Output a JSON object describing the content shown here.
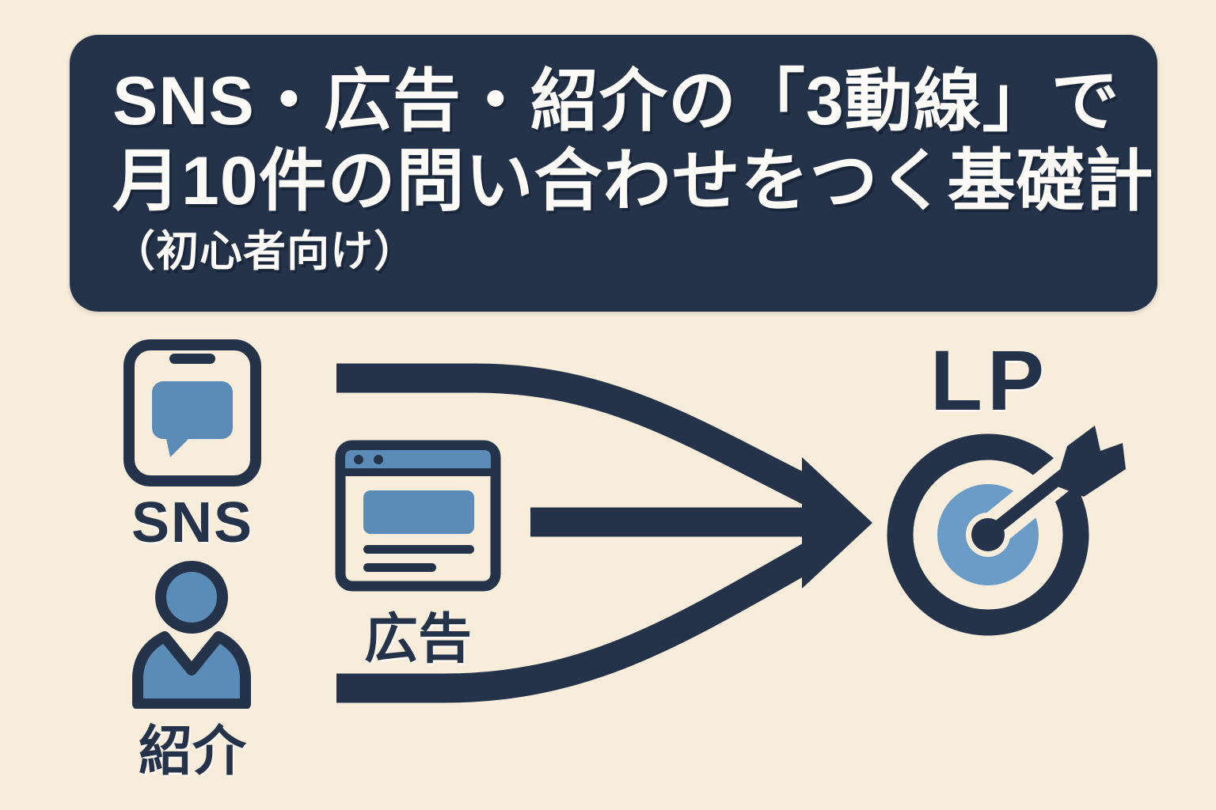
{
  "title": {
    "line1": "SNS・広告・紹介の「3動線」で",
    "line2": "月10件の問い合わせをつく基礎計",
    "line3": "（初心者向け）"
  },
  "nodes": {
    "sns": {
      "label": "SNS",
      "icon": "phone-chat-icon"
    },
    "ad": {
      "label": "広告",
      "icon": "browser-window-icon"
    },
    "referral": {
      "label": "紹介",
      "icon": "person-icon"
    },
    "lp": {
      "label": "LP",
      "icon": "target-arrow-icon"
    }
  },
  "flows": [
    {
      "from": "SNS",
      "to": "LP"
    },
    {
      "from": "広告",
      "to": "LP"
    },
    {
      "from": "紹介",
      "to": "LP"
    }
  ],
  "colors": {
    "background": "#f8ecda",
    "navy": "#24334a",
    "banner_navy": "#25334a",
    "blue": "#5b8bb7",
    "target_blue": "#6b9cc8",
    "text_white": "#fbfaf6"
  }
}
